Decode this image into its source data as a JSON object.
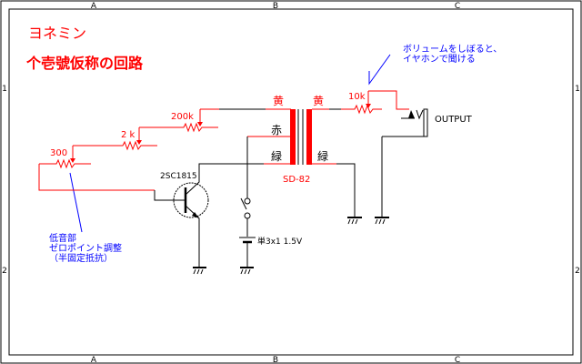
{
  "title": {
    "line1": "ヨネミン",
    "line2": "个壱號仮称の回路"
  },
  "frame": {
    "columns": [
      "A",
      "B",
      "C"
    ],
    "rows": [
      "1",
      "2"
    ]
  },
  "components": {
    "pot_300": "300",
    "pot_2k": "2 k",
    "pot_200k": "200k",
    "pot_10k": "10k",
    "transistor": "2SC1815",
    "transformer": "SD-82",
    "battery": "単3x1 1.5V",
    "output": "OUTPUT"
  },
  "wire_labels": {
    "primary_top": "黄",
    "secondary_top": "黄",
    "primary_mid": "赤",
    "primary_bottom": "緑",
    "secondary_bottom": "緑"
  },
  "notes": {
    "volume_note": [
      "ボリュームをしぼると、",
      "イヤホンで聞ける"
    ],
    "bass_note": [
      "低音部",
      "ゼロポイント調整",
      "（半固定抵抗）"
    ]
  },
  "colors": {
    "title": "#ff0000",
    "note": "#0000ff",
    "signal_wire": "#ff0000",
    "wire": "#000000"
  }
}
